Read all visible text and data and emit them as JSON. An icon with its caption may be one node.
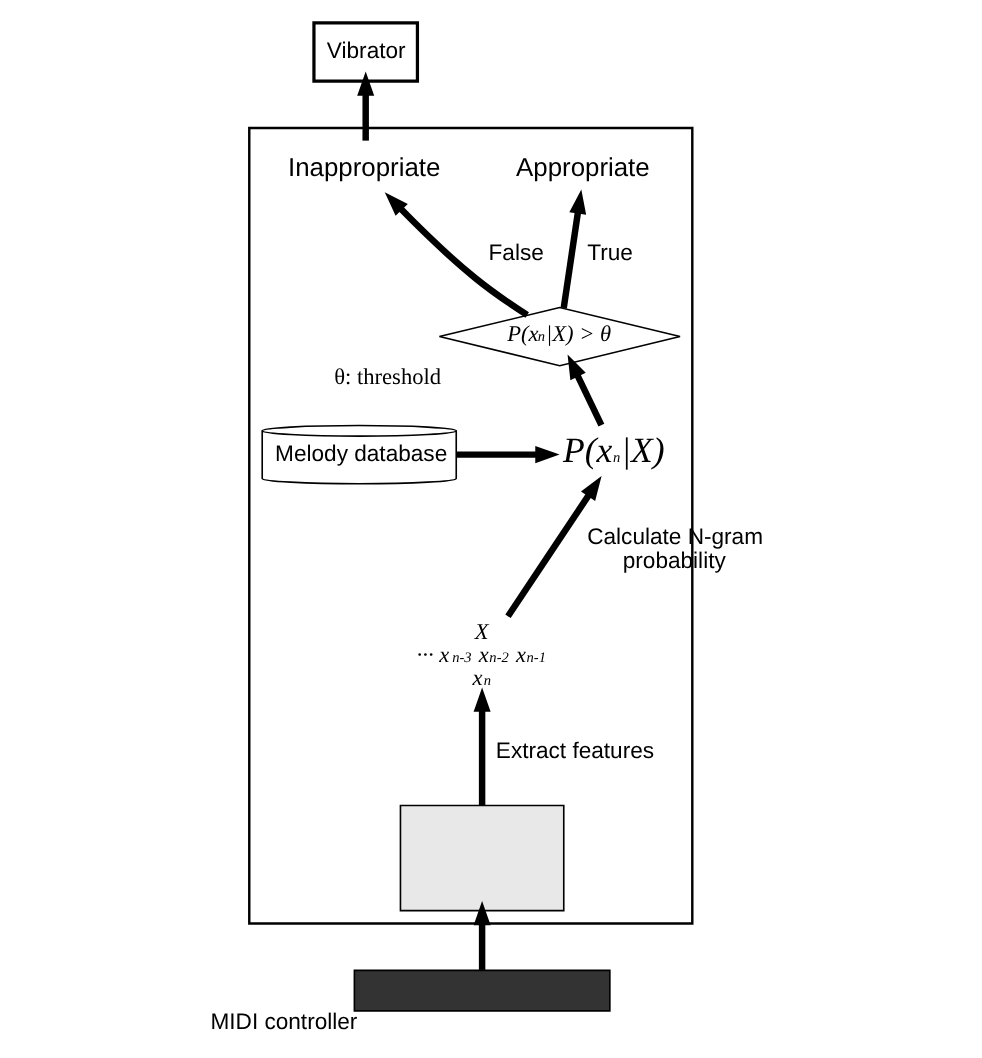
{
  "diagram": {
    "nodes": [
      {
        "text": [],
        "shape": "box"
      },
      {
        "text": [
          "Vibrator"
        ]
      },
      {
        "text": [
          "Inappropriate"
        ],
        "in": 0
      },
      {
        "text": [
          "Appropriate"
        ],
        "in": 0
      },
      {
        "text": [
          "P(x$_{n}$|X) > θ"
        ],
        "in": 0,
        "beside": [
          "θ: threshold"
        ]
      },
      {
        "text": [
          "Melody database"
        ],
        "in": 0
      },
      {
        "text": [
          "P(x$_{n}$|X)"
        ],
        "in": 0
      },
      {
        "text": [
          "X",
          "··· x$_{n-3}$ x$_{n-2}$ x$_{n-1}$",
          "x$_{n}$"
        ],
        "in": 0
      },
      {
        "text": [],
        "shape": "box",
        "in": 0
      },
      {
        "text": [],
        "shape": "box",
        "beside": [
          "MIDI controller"
        ]
      }
    ],
    "edges": [
      {
        "from": 9,
        "to": 8,
        "arrow": "to"
      },
      {
        "from": 8,
        "to": 7,
        "arrow": "to",
        "label": "Extract features"
      },
      {
        "from": 7,
        "to": 6,
        "arrow": "to",
        "label": "Calculate N-gram probability"
      },
      {
        "from": 5,
        "to": 6,
        "arrow": "to"
      },
      {
        "from": 6,
        "to": 4,
        "arrow": "to"
      },
      {
        "from": 4,
        "to": 2,
        "arrow": "to",
        "label": "False"
      },
      {
        "from": 4,
        "to": 3,
        "arrow": "to",
        "label": "True"
      },
      {
        "from": 2,
        "to": 1,
        "arrow": "to"
      }
    ]
  }
}
